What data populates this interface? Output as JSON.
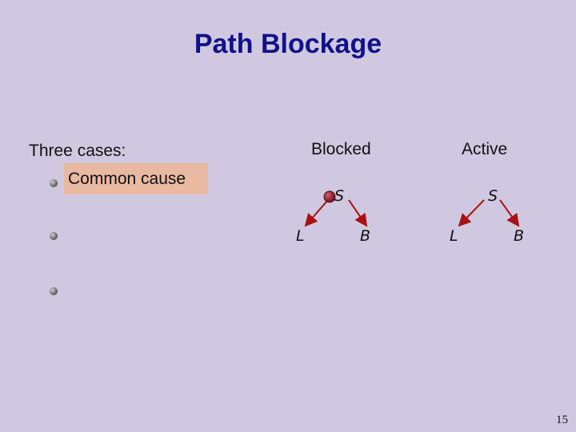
{
  "slide": {
    "title": "Path Blockage",
    "intro": "Three cases:",
    "cases": [
      "Common cause",
      "",
      ""
    ],
    "page_number": "15"
  },
  "diagrams": {
    "blocked": {
      "header": "Blocked",
      "nodes": {
        "top": "S",
        "left": "L",
        "right": "B"
      },
      "top_observed": true
    },
    "active": {
      "header": "Active",
      "nodes": {
        "top": "S",
        "left": "L",
        "right": "B"
      },
      "top_observed": false
    }
  },
  "colors": {
    "background": "#d0c8e0",
    "title": "#11118a",
    "highlight": "#e9b9a1",
    "edge": "#aa1111",
    "observed_marker": "#8e1b30"
  }
}
